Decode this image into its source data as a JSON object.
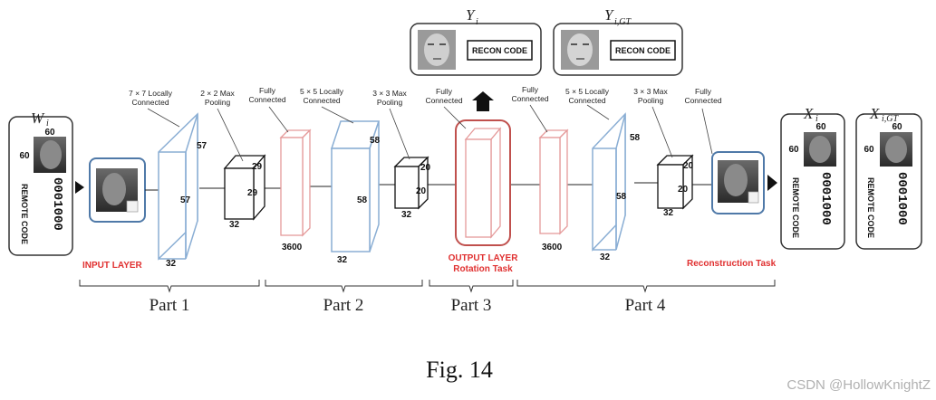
{
  "top_outputs": {
    "left": {
      "symbol": "Y",
      "subscript": "i",
      "code_label": "RECON CODE"
    },
    "right": {
      "symbol": "Y",
      "subscript": "i,GT",
      "code_label": "RECON CODE"
    }
  },
  "inputs": {
    "left": {
      "symbol": "W",
      "subscript": "i",
      "dim_top": "60",
      "dim_side": "60",
      "digits": "0001000",
      "code_label": "REMOTE CODE"
    }
  },
  "outputs": [
    {
      "symbol": "X",
      "subscript": "i",
      "dim_top": "60",
      "dim_side": "60",
      "digits": "0001000",
      "code_label": "REMOTE CODE"
    },
    {
      "symbol": "X",
      "subscript": "i,GT",
      "dim_top": "60",
      "dim_side": "60",
      "digits": "0001000",
      "code_label": "REMOTE CODE"
    }
  ],
  "layer_labels": {
    "l1": [
      "7 × 7 Locally",
      "Connected"
    ],
    "l2": [
      "2 × 2 Max",
      "Pooling"
    ],
    "l3": [
      "Fully",
      "Connected"
    ],
    "l4": [
      "5 × 5 Locally",
      "Connected"
    ],
    "l5": [
      "3 × 3 Max",
      "Pooling"
    ],
    "l6": [
      "Fully",
      "Connected"
    ],
    "l7": [
      "Fully",
      "Connected"
    ],
    "l8": [
      "5 × 5 Locally",
      "Connected"
    ],
    "l9": [
      "3 × 3 Max",
      "Pooling"
    ],
    "l10": [
      "Fully",
      "Connected"
    ]
  },
  "dims": {
    "b1_top": "57",
    "b1_side": "57",
    "b1_depth": "32",
    "p1_a": "29",
    "p1_b": "29",
    "p1_c": "32",
    "fc1": "3600",
    "b2_top": "58",
    "b2_side": "58",
    "b2_depth": "32",
    "p2_a": "20",
    "p2_b": "20",
    "p2_c": "32",
    "fc2": "3600",
    "b3_top": "58",
    "b3_side": "58",
    "b3_depth": "32",
    "p3_a": "20",
    "p3_b": "20",
    "p3_c": "32"
  },
  "red_labels": {
    "input_layer": "INPUT LAYER",
    "output_layer": "OUTPUT LAYER",
    "rotation_task": "Rotation Task",
    "reconstruction_task": "Reconstruction Task"
  },
  "parts": [
    "Part 1",
    "Part 2",
    "Part 3",
    "Part 4"
  ],
  "caption": "Fig. 14",
  "watermark": "CSDN @HollowKnightZ",
  "colors": {
    "blue_box": "#8aaed4",
    "red_box": "#e59a9a",
    "output_border": "#c0504d",
    "accent_red": "#e03030",
    "frame_blue": "#4f79a8"
  }
}
